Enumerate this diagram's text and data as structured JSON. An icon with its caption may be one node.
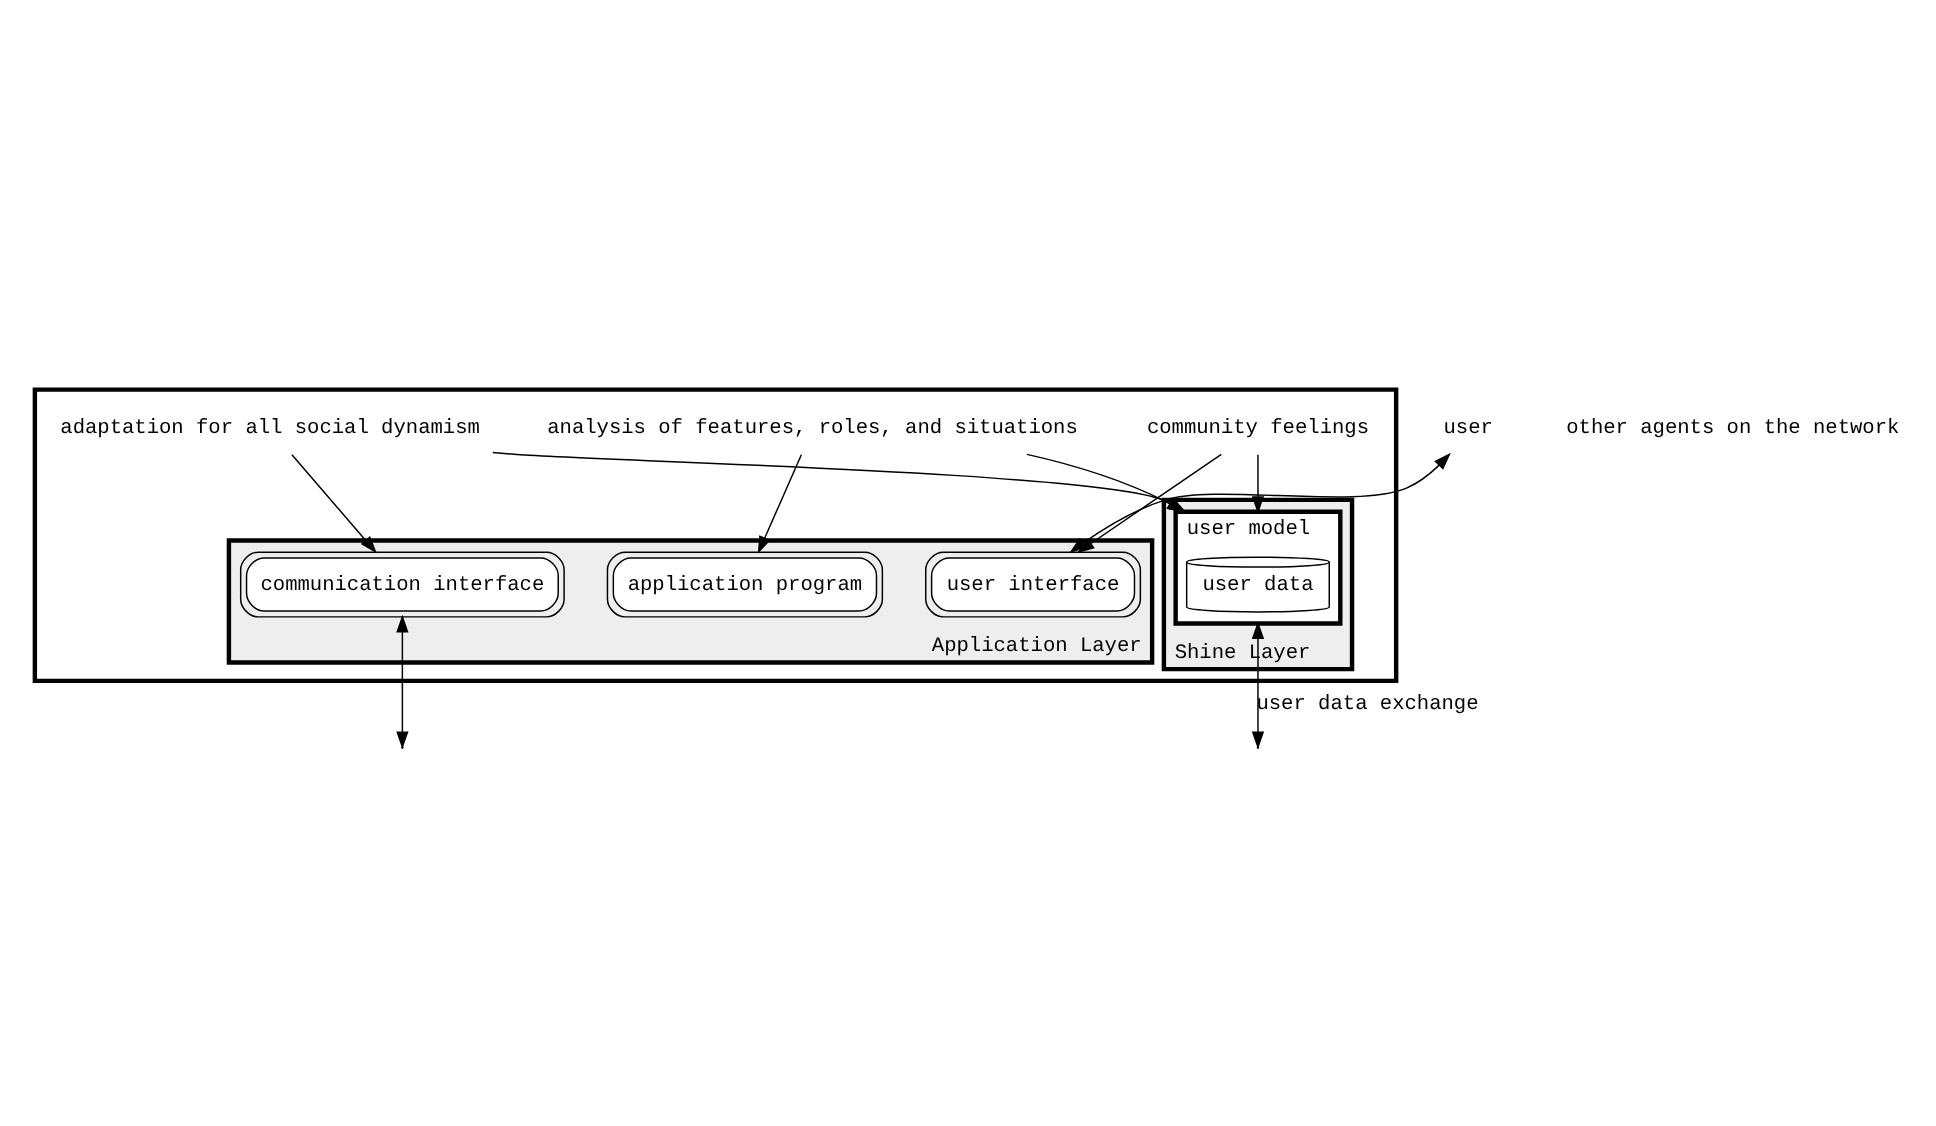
{
  "diagram": {
    "nodes": [
      {
        "text": [],
        "shape": "box"
      },
      {
        "text": [
          "Application Layer"
        ],
        "in": 0
      },
      {
        "text": [
          "user interface"
        ],
        "in": 1
      },
      {
        "text": [
          "application program"
        ],
        "in": 1
      },
      {
        "text": [
          "communication interface"
        ],
        "in": 1
      },
      {
        "text": [
          "community feelings"
        ],
        "in": 0
      },
      {
        "text": [
          "analysis of features, roles, and situations"
        ],
        "in": 0
      },
      {
        "text": [
          "adaptation for all social dynamism"
        ],
        "in": 0
      },
      {
        "text": [
          "Shine Layer"
        ],
        "in": 0
      },
      {
        "text": [
          "user model"
        ],
        "in": 8
      },
      {
        "text": [
          "user data"
        ],
        "in": 9
      },
      {
        "text": [
          "user"
        ]
      }
    ],
    "edges": [
      {
        "from": 11,
        "to": 2,
        "arrow": "both"
      },
      {
        "from": 4,
        "to": null,
        "arrow": "both"
      },
      {
        "from": 5,
        "to": 2,
        "arrow": "to"
      },
      {
        "from": 6,
        "to": 3,
        "arrow": "to"
      },
      {
        "from": 7,
        "to": 4,
        "arrow": "to"
      },
      {
        "from": 5,
        "to": 9,
        "arrow": "to"
      },
      {
        "from": 6,
        "to": 9,
        "arrow": "to"
      },
      {
        "from": 7,
        "to": 9,
        "arrow": "to"
      },
      {
        "from": 9,
        "to": null,
        "arrow": "both",
        "label": "user data exchange"
      }
    ],
    "labels": [
      "other agents on the network"
    ]
  }
}
